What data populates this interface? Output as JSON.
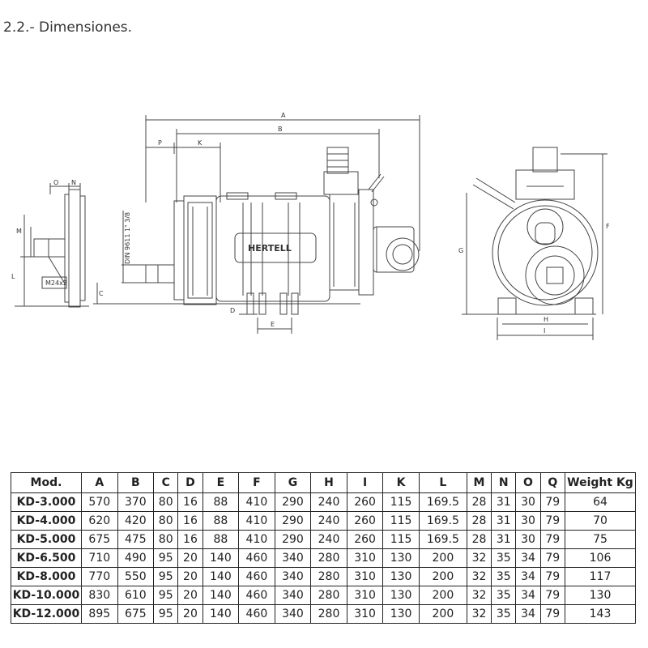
{
  "heading": "2.2.- Dimensiones.",
  "drawing": {
    "brand": "HERTELL",
    "labels": {
      "A": "A",
      "B": "B",
      "P": "P",
      "K": "K",
      "D": "D",
      "E": "E",
      "C": "C",
      "O": "O",
      "N": "N",
      "M": "M",
      "L": "L",
      "G": "G",
      "F": "F",
      "H": "H",
      "I": "I",
      "thread": "M24x2",
      "din": "DIN 9611 1\" 3/8"
    }
  },
  "table": {
    "headers": [
      "Mod.",
      "A",
      "B",
      "C",
      "D",
      "E",
      "F",
      "G",
      "H",
      "I",
      "K",
      "L",
      "M",
      "N",
      "O",
      "Q",
      "Weight Kg"
    ],
    "rows": [
      [
        "KD-3.000",
        "570",
        "370",
        "80",
        "16",
        "88",
        "410",
        "290",
        "240",
        "260",
        "115",
        "169.5",
        "28",
        "31",
        "30",
        "79",
        "64"
      ],
      [
        "KD-4.000",
        "620",
        "420",
        "80",
        "16",
        "88",
        "410",
        "290",
        "240",
        "260",
        "115",
        "169.5",
        "28",
        "31",
        "30",
        "79",
        "70"
      ],
      [
        "KD-5.000",
        "675",
        "475",
        "80",
        "16",
        "88",
        "410",
        "290",
        "240",
        "260",
        "115",
        "169.5",
        "28",
        "31",
        "30",
        "79",
        "75"
      ],
      [
        "KD-6.500",
        "710",
        "490",
        "95",
        "20",
        "140",
        "460",
        "340",
        "280",
        "310",
        "130",
        "200",
        "32",
        "35",
        "34",
        "79",
        "106"
      ],
      [
        "KD-8.000",
        "770",
        "550",
        "95",
        "20",
        "140",
        "460",
        "340",
        "280",
        "310",
        "130",
        "200",
        "32",
        "35",
        "34",
        "79",
        "117"
      ],
      [
        "KD-10.000",
        "830",
        "610",
        "95",
        "20",
        "140",
        "460",
        "340",
        "280",
        "310",
        "130",
        "200",
        "32",
        "35",
        "34",
        "79",
        "130"
      ],
      [
        "KD-12.000",
        "895",
        "675",
        "95",
        "20",
        "140",
        "460",
        "340",
        "280",
        "310",
        "130",
        "200",
        "32",
        "35",
        "34",
        "79",
        "143"
      ]
    ]
  }
}
